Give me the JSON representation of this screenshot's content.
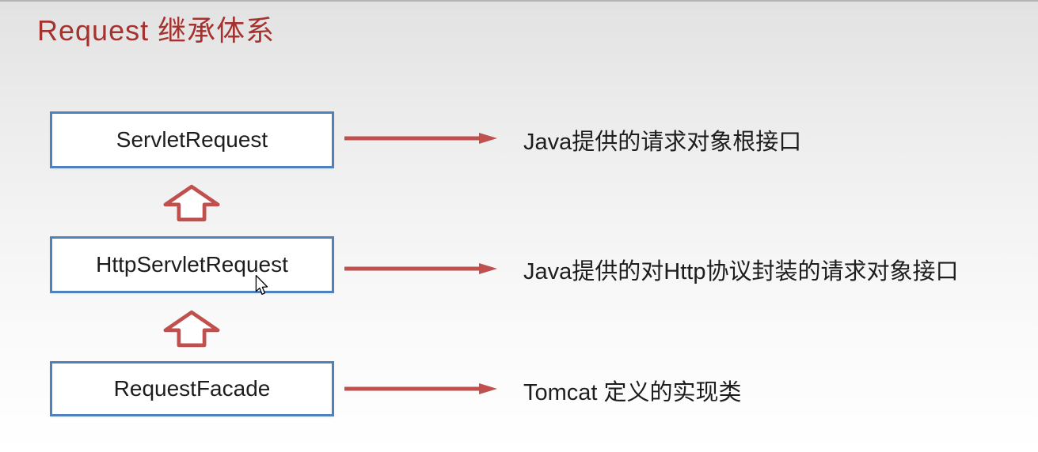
{
  "title": "Request 继承体系",
  "colors": {
    "title": "#a5322e",
    "box_border": "#4f81bd",
    "arrow": "#c0504d",
    "text": "#1d1d1d"
  },
  "hierarchy": [
    {
      "class": "ServletRequest",
      "description": "Java提供的请求对象根接口"
    },
    {
      "class": "HttpServletRequest",
      "description": "Java提供的对Http协议封装的请求对象接口"
    },
    {
      "class": "RequestFacade",
      "description": "Tomcat 定义的实现类"
    }
  ],
  "icons": {
    "inheritance_arrow": "hollow-up-block-arrow",
    "pointer_arrow": "solid-right-arrow",
    "cursor": "mouse-pointer"
  }
}
